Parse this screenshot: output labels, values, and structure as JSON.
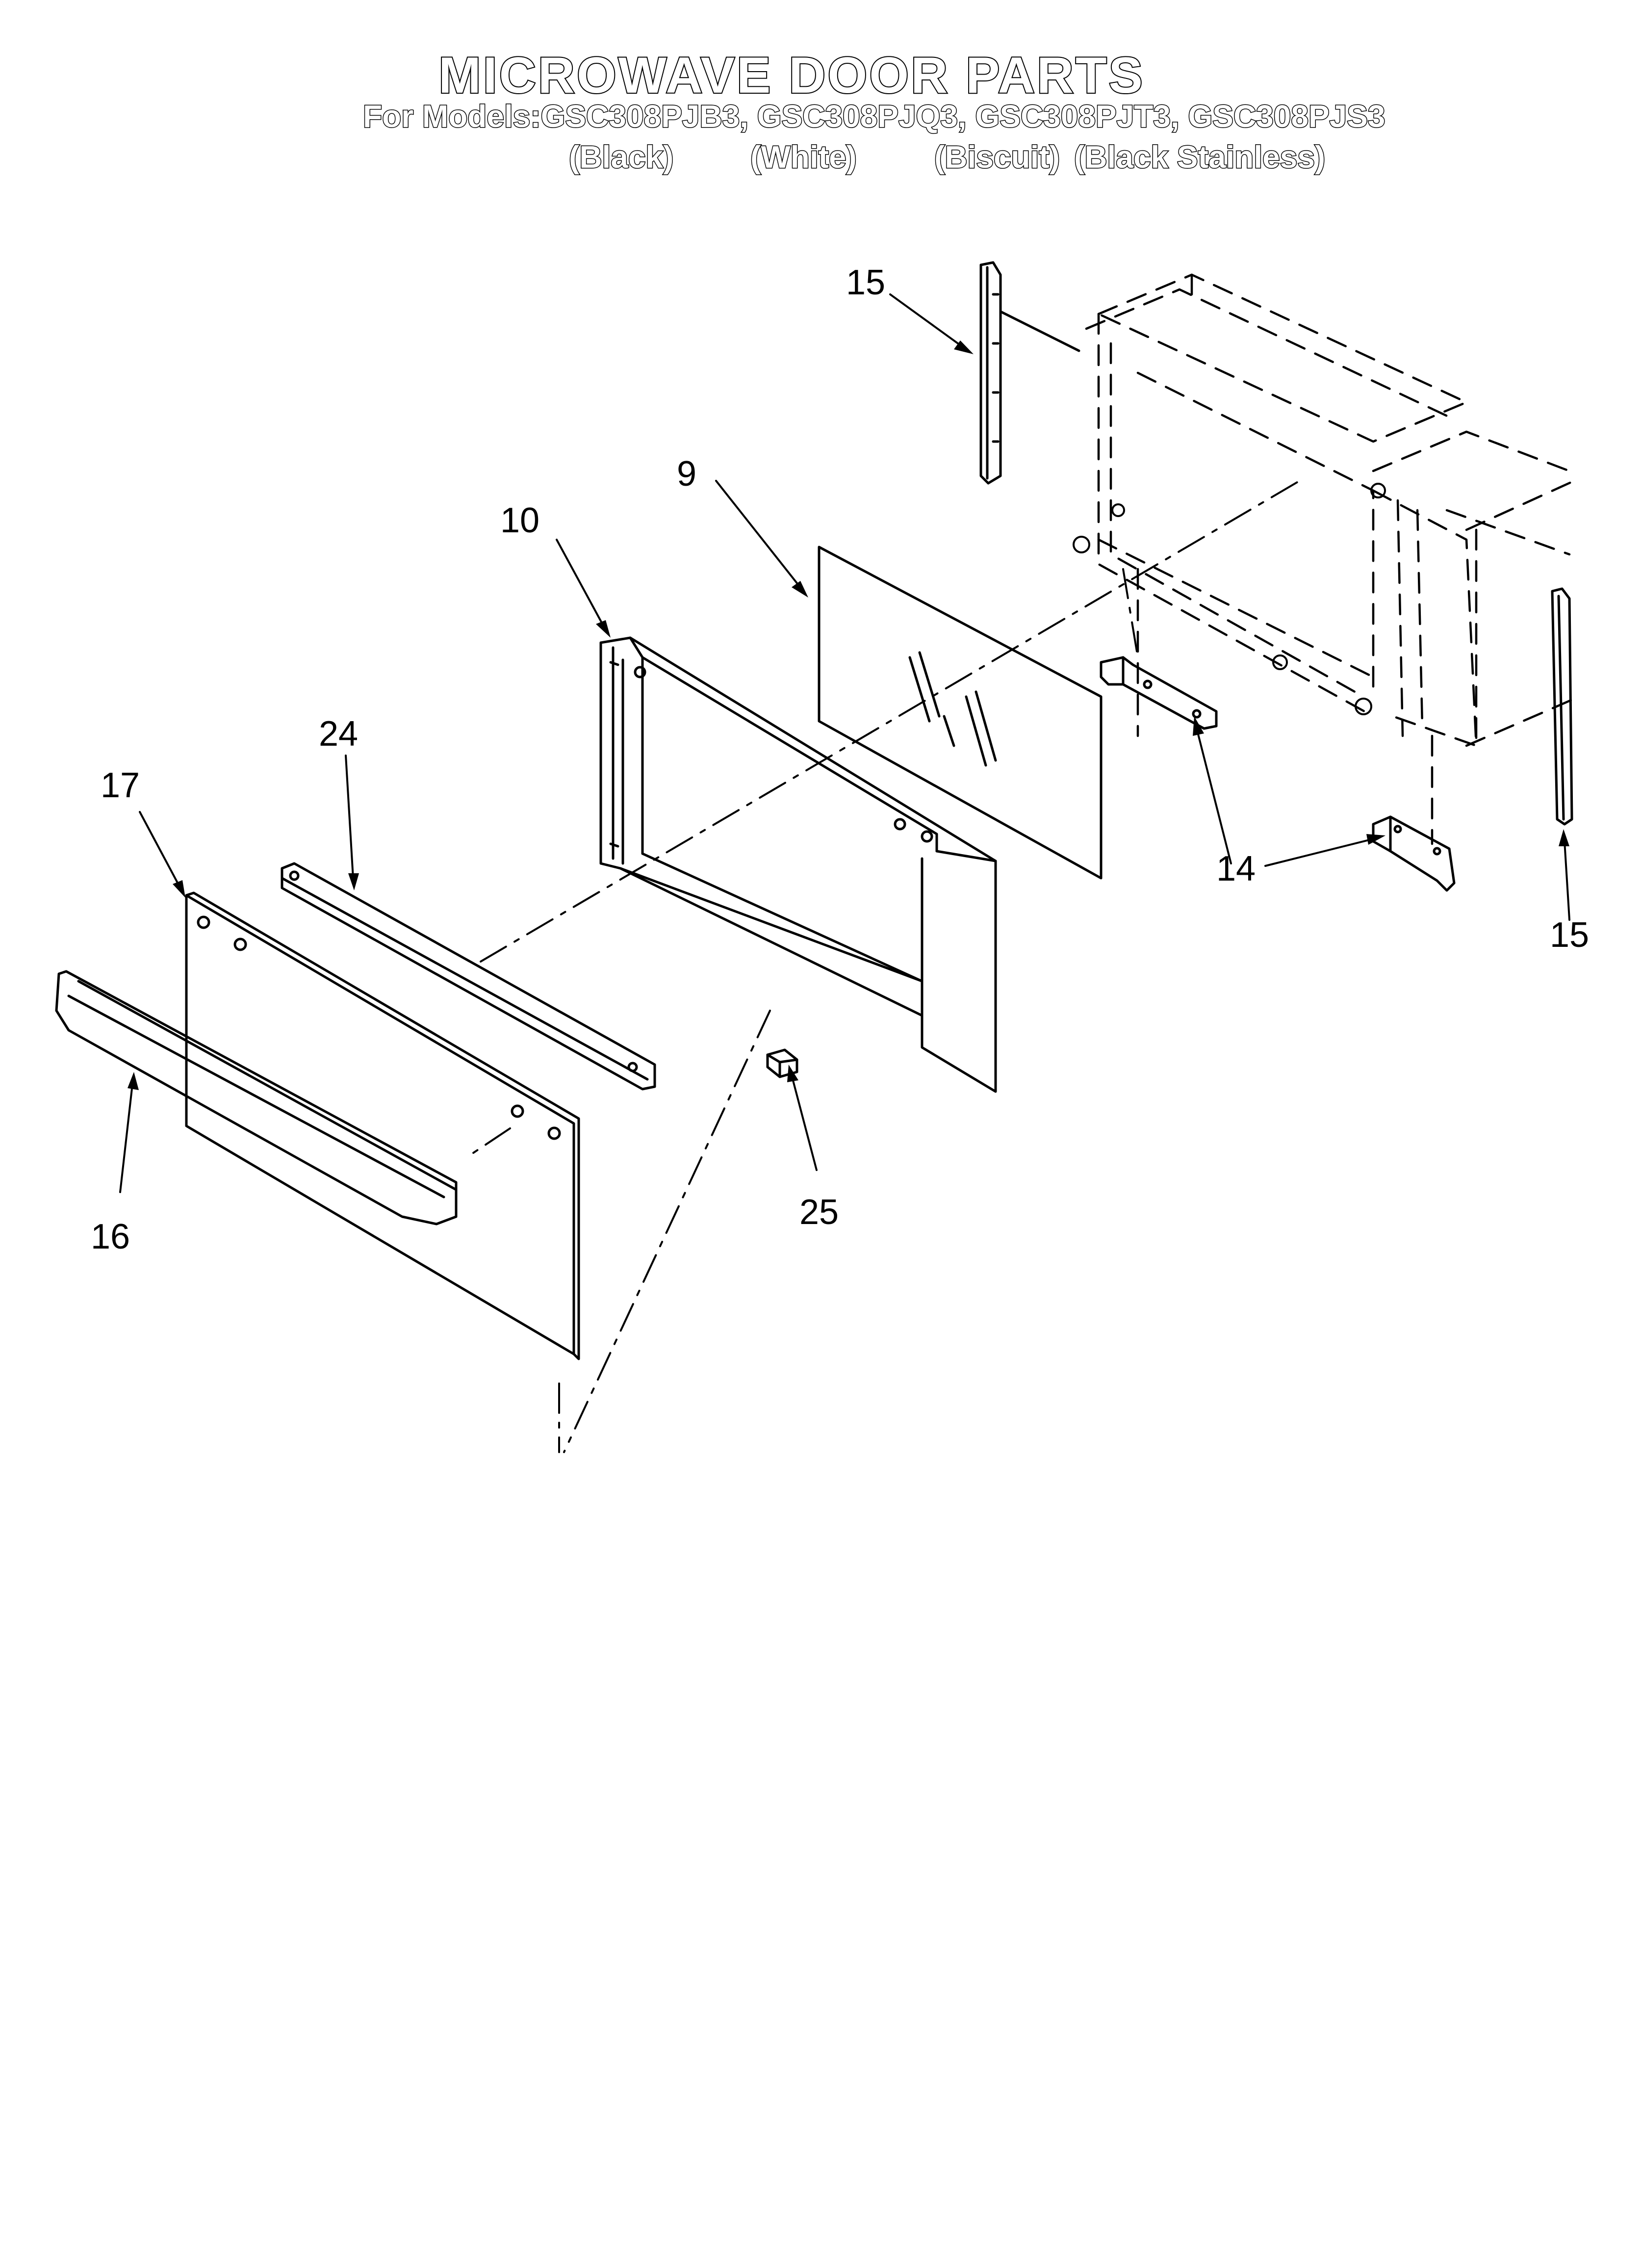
{
  "header": {
    "title": "MICROWAVE DOOR PARTS",
    "models_line": "For Models:GSC308PJB3, GSC308PJQ3, GSC308PJT3, GSC308PJS3",
    "variants": [
      "(Black)",
      "(White)",
      "(Biscuit)",
      "(Black Stainless)"
    ]
  },
  "callouts": {
    "c15_top": "15",
    "c9": "9",
    "c10": "10",
    "c24": "24",
    "c17": "17",
    "c14": "14",
    "c15_right": "15",
    "c16": "16",
    "c25": "25"
  }
}
